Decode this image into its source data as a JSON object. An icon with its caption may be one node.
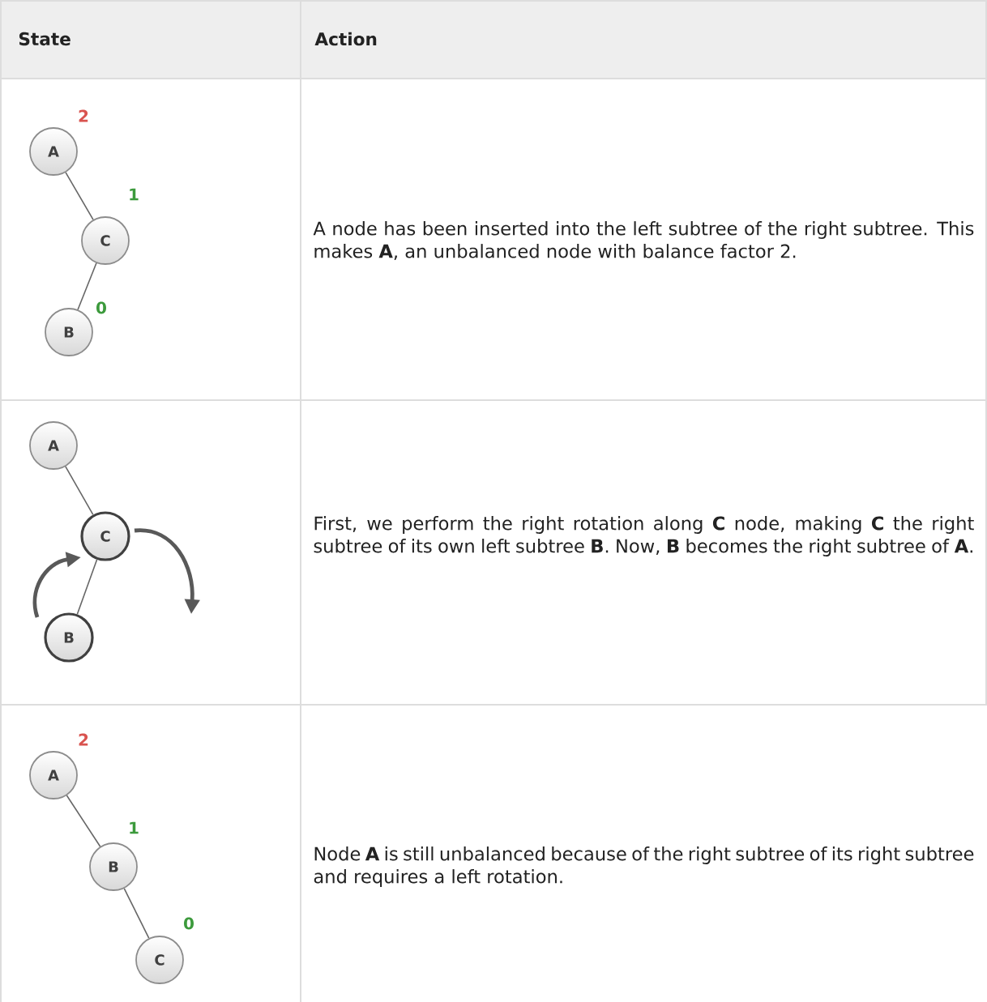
{
  "diagram": {
    "nodes": [
      {
        "text": [
          "A"
        ],
        "beside": [
          "2"
        ]
      },
      {
        "text": [
          "C"
        ],
        "beside": [
          "1"
        ]
      },
      {
        "text": [
          "B"
        ],
        "beside": [
          "0"
        ]
      },
      {
        "text": [
          "A"
        ]
      },
      {
        "text": [
          "C"
        ]
      },
      {
        "text": [
          "B"
        ]
      },
      {
        "text": [
          "A"
        ],
        "beside": [
          "2"
        ]
      },
      {
        "text": [
          "B"
        ],
        "beside": [
          "1"
        ]
      },
      {
        "text": [
          "C"
        ],
        "beside": [
          "0"
        ]
      }
    ],
    "edges": [
      {
        "from": 0,
        "to": 1,
        "arrow": "none"
      },
      {
        "from": 1,
        "to": 2,
        "arrow": "none"
      },
      {
        "from": 3,
        "to": 4,
        "arrow": "none"
      },
      {
        "from": 4,
        "to": 5,
        "arrow": "none"
      },
      {
        "from": 6,
        "to": 7,
        "arrow": "none"
      },
      {
        "from": 7,
        "to": 8,
        "arrow": "none"
      }
    ],
    "labels": [
      "State",
      "Action",
      "A node has been inserted into the left subtree of the right subtree. This makes **A**, an unbalanced node with balance factor 2.",
      "First, we perform the right rotation along **C** node, making **C** the right subtree of its own left subtree **B**. Now, **B** becomes the right subtree of **A**.",
      "Node **A** is still unbalanced because of the right subtree of its right subtree and requires a left rotation."
    ]
  }
}
